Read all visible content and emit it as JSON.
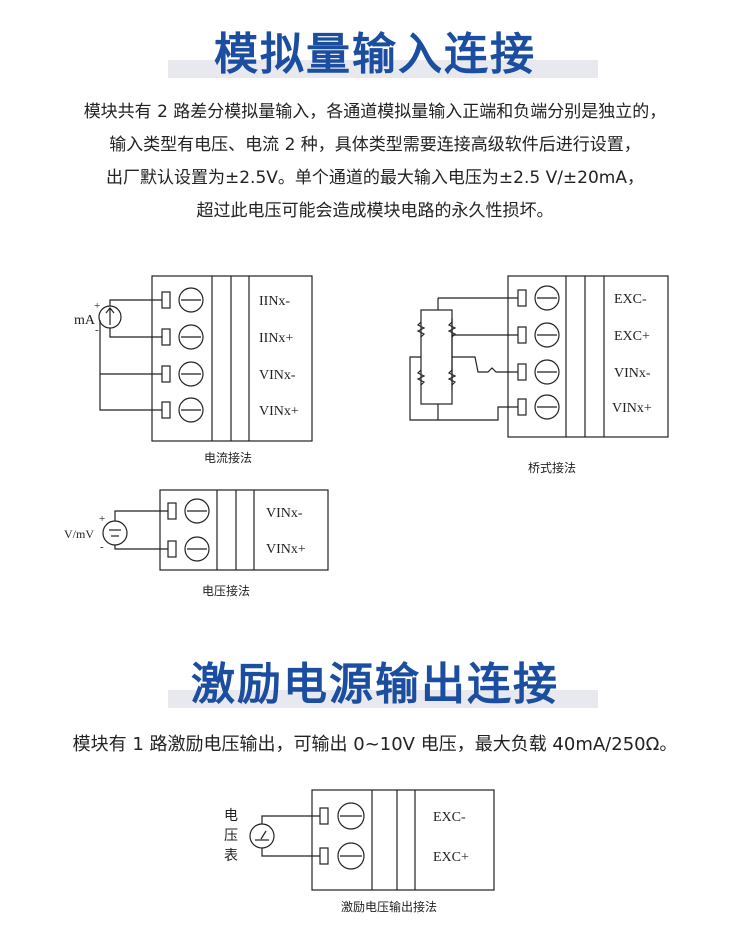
{
  "section1": {
    "title": "模拟量输入连接",
    "paragraph": [
      "模块共有 2 路差分模拟量输入，各通道模拟量输入正端和负端分别是独立的，",
      "输入类型有电压、电流 2 种，具体类型需要连接高级软件后进行设置，",
      "出厂默认设置为±2.5V。单个通道的最大输入电压为±2.5 V/±20mA，",
      "超过此电压可能会造成模块电路的永久性损坏。"
    ],
    "current_diagram": {
      "caption": "电流接法",
      "source_label": "mA",
      "plus": "+",
      "minus": "-",
      "terminals": [
        "IINx-",
        "IINx+",
        "VINx-",
        "VINx+"
      ]
    },
    "bridge_diagram": {
      "caption": "桥式接法",
      "terminals": [
        "EXC-",
        "EXC+",
        "VINx-",
        "VINx+"
      ]
    },
    "voltage_diagram": {
      "caption": "电压接法",
      "source_label": "V/mV",
      "plus": "+",
      "minus": "-",
      "terminals": [
        "VINx-",
        "VINx+"
      ]
    }
  },
  "section2": {
    "title": "激励电源输出连接",
    "paragraph": "模块有 1 路激励电压输出，可输出 0~10V 电压，最大负载 40mA/250Ω。",
    "excitation_diagram": {
      "caption": "激励电压输出接法",
      "meter_label": [
        "电",
        "压",
        "表"
      ],
      "terminals": [
        "EXC-",
        "EXC+"
      ]
    }
  },
  "colors": {
    "title": "#1b4da0",
    "title_bar": "#e8e9ee",
    "line": "#222222"
  }
}
